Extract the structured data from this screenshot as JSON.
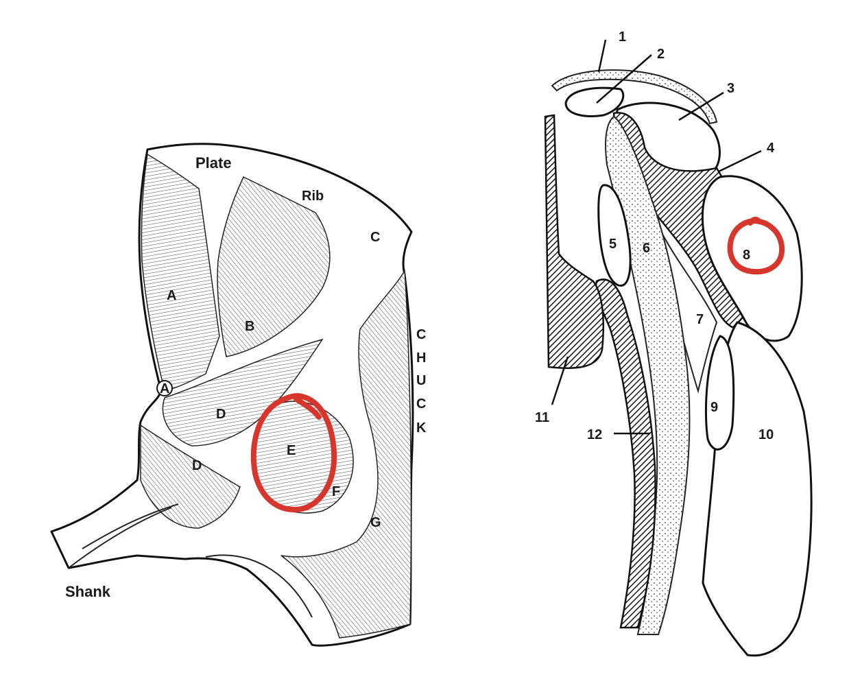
{
  "left_figure": {
    "labels": {
      "plate": "Plate",
      "rib": "Rib",
      "a_top": "A",
      "a_small": "A",
      "b": "B",
      "c": "C",
      "d_upper": "D",
      "d_lower": "D",
      "e": "E",
      "f": "F",
      "g": "G",
      "shank": "Shank",
      "chuck": [
        "C",
        "H",
        "U",
        "C",
        "K"
      ]
    },
    "highlighted": "E"
  },
  "right_figure": {
    "labels": [
      "1",
      "2",
      "3",
      "4",
      "5",
      "6",
      "7",
      "8",
      "9",
      "10",
      "11",
      "12"
    ],
    "highlighted": "8"
  },
  "colors": {
    "highlight": "#d6362b",
    "ink": "#111111"
  }
}
